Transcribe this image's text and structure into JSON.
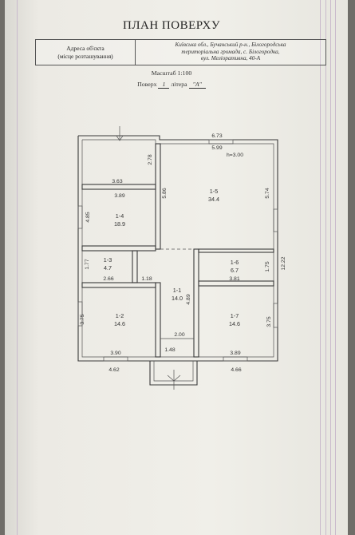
{
  "document": {
    "title": "ПЛАН ПОВЕРХУ",
    "address_label_1": "Адреса об'єкта",
    "address_label_2": "(місце розташування)",
    "address_lines": [
      "Київська обл., Бучанський р-н., Білогородська",
      "територіальна громада, с. Білогородка,",
      "вул. Меліоративна, 40-А"
    ],
    "scale": "Масштаб 1:100",
    "floor_prefix": "Поверх",
    "floor_value": "1",
    "litera_prefix": "літера",
    "litera_value": "\"А\""
  },
  "plan": {
    "height_label": "h=3.00",
    "rooms": [
      {
        "id": "1-1",
        "area": "14.0"
      },
      {
        "id": "1-2",
        "area": "14.6"
      },
      {
        "id": "1-3",
        "area": "4.7"
      },
      {
        "id": "1-4",
        "area": "18.9"
      },
      {
        "id": "1-5",
        "area": "34.4"
      },
      {
        "id": "1-6",
        "area": "6.7"
      },
      {
        "id": "1-7",
        "area": "14.6"
      }
    ],
    "dimensions": [
      "6.73",
      "5.99",
      "2.78",
      "3.63",
      "5.86",
      "3.89",
      "4.85",
      "5.74",
      "12.22",
      "1.77",
      "2.66",
      "1.18",
      "1.75",
      "3.81",
      "4.89",
      "3.75",
      "3.75",
      "2.00",
      "1.48",
      "3.90",
      "3.89",
      "4.62",
      "4.66"
    ]
  }
}
